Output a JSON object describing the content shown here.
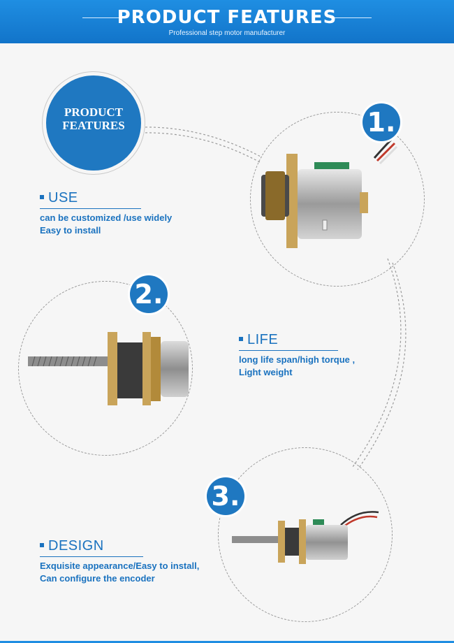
{
  "header": {
    "title": "PRODUCT FEATURES",
    "subtitle": "Professional step motor manufacturer"
  },
  "badge": {
    "line1": "PRODUCT",
    "line2": "FEATURES"
  },
  "numbers": [
    "1.",
    "2.",
    "3."
  ],
  "features": {
    "use": {
      "title": "USE",
      "line1": "can be customized /use widely",
      "line2": "Easy to install"
    },
    "life": {
      "title": "LIFE",
      "line1": "long life span/high torque ,",
      "line2": "Light weight"
    },
    "design": {
      "title": "DESIGN",
      "line1": "Exquisite appearance/Easy to install,",
      "line2": "Can configure the encoder"
    }
  },
  "colors": {
    "accent": "#1f78c1",
    "header": "#1f8ee2"
  }
}
